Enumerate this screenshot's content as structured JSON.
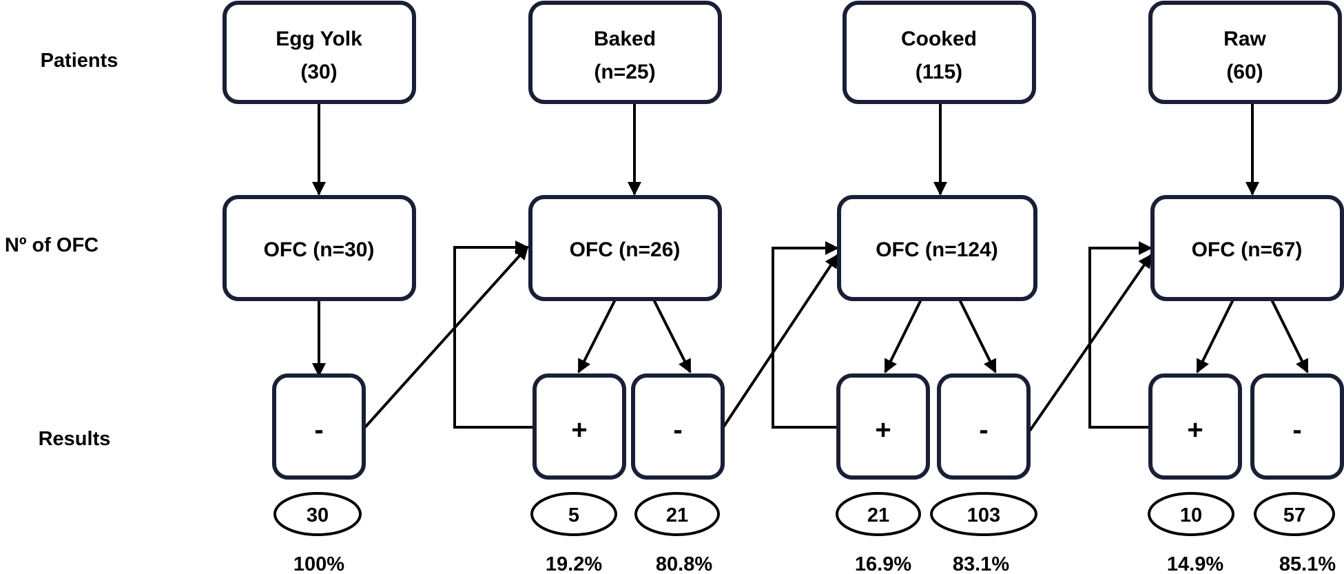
{
  "row_labels": {
    "patients": "Patients",
    "ofc": "Nº of OFC",
    "results": "Results"
  },
  "columns": [
    {
      "food_line1": "Egg Yolk",
      "food_line2": "(30)",
      "ofc": "OFC (n=30)"
    },
    {
      "food_line1": "Baked",
      "food_line2": "(n=25)",
      "ofc": "OFC (n=26)"
    },
    {
      "food_line1": "Cooked",
      "food_line2": "(115)",
      "ofc": "OFC (n=124)"
    },
    {
      "food_line1": "Raw",
      "food_line2": "(60)",
      "ofc": "OFC (n=67)"
    }
  ],
  "results": [
    {
      "sign": "-",
      "count": "30",
      "percent": "100%"
    },
    {
      "sign": "+",
      "count": "5",
      "percent": "19.2%"
    },
    {
      "sign": "-",
      "count": "21",
      "percent": "80.8%"
    },
    {
      "sign": "+",
      "count": "21",
      "percent": "16.9%"
    },
    {
      "sign": "-",
      "count": "103",
      "percent": "83.1%"
    },
    {
      "sign": "+",
      "count": "10",
      "percent": "14.9%"
    },
    {
      "sign": "-",
      "count": "57",
      "percent": "85.1%"
    }
  ],
  "colors": {
    "box_border": "#1a1f35",
    "line": "#000000"
  }
}
